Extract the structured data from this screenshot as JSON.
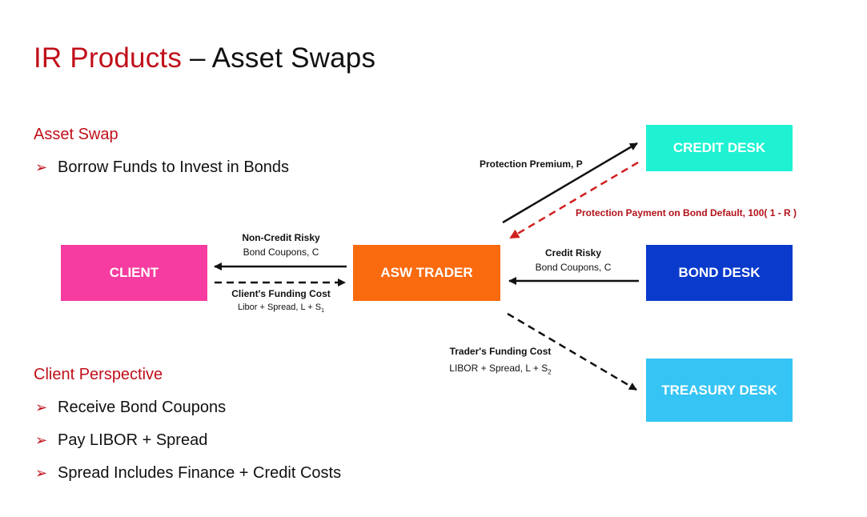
{
  "title": {
    "accent": "IR Products",
    "rest": " – Asset Swaps"
  },
  "asset_swap": {
    "heading": "Asset Swap",
    "bullets": [
      "Borrow Funds to Invest in Bonds"
    ]
  },
  "client_perspective": {
    "heading": "Client Perspective",
    "bullets": [
      "Receive Bond Coupons",
      "Pay LIBOR + Spread",
      "Spread Includes Finance + Credit Costs"
    ]
  },
  "boxes": {
    "client": {
      "label": "CLIENT",
      "color": "#f63ca0"
    },
    "asw_trader": {
      "label": "ASW TRADER",
      "color": "#fa6a0e"
    },
    "credit_desk": {
      "label": "CREDIT DESK",
      "color": "#1ef2d2"
    },
    "bond_desk": {
      "label": "BOND DESK",
      "color": "#0a3acc"
    },
    "treasury_desk": {
      "label": "TREASURY DESK",
      "color": "#35c4f4"
    }
  },
  "flows": {
    "non_credit_risky": {
      "line1": "Non-Credit Risky",
      "line2": "Bond Coupons, C"
    },
    "client_funding": {
      "line1": "Client's Funding Cost",
      "line2": "Libor + Spread, L + S",
      "sub": "1"
    },
    "credit_risky": {
      "line1": "Credit Risky",
      "line2": "Bond Coupons, C"
    },
    "protection_premium": {
      "line1": "Protection Premium, P"
    },
    "protection_payment": {
      "line1": "Protection Payment on Bond Default, 100( 1 - R )"
    },
    "trader_funding": {
      "line1": "Trader's Funding Cost",
      "line2": "LIBOR + Spread, L + S",
      "sub": "2"
    }
  },
  "colors": {
    "accent_red": "#c0101a",
    "dashed_red": "#d0201e",
    "arrow": "#111111"
  }
}
